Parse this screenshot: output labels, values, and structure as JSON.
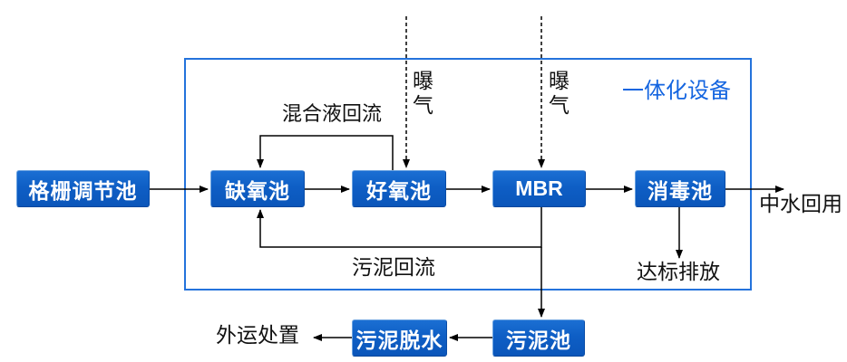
{
  "diagram": {
    "boundary_label": "一体化设备",
    "nodes": [
      {
        "id": "grid-regulating-tank",
        "label": "格栅调节池"
      },
      {
        "id": "anoxic-tank",
        "label": "缺氧池"
      },
      {
        "id": "aerobic-tank",
        "label": "好氧池"
      },
      {
        "id": "mbr",
        "label": "MBR"
      },
      {
        "id": "disinfection-tank",
        "label": "消毒池"
      },
      {
        "id": "sludge-tank",
        "label": "污泥池"
      },
      {
        "id": "sludge-dewatering",
        "label": "污泥脱水"
      }
    ],
    "labels": {
      "mixed_liquor_return": "混合液回流",
      "aeration_1": "曝气",
      "aeration_2": "曝气",
      "sludge_return": "污泥回流",
      "reclaimed_water_reuse": "中水回用",
      "standard_discharge": "达标排放",
      "offsite_disposal": "外运处置"
    },
    "colors": {
      "node_fill": "#0e5ec5",
      "boundary_border": "#2473dc",
      "accent_text": "#1465e0",
      "line": "#000000"
    }
  }
}
